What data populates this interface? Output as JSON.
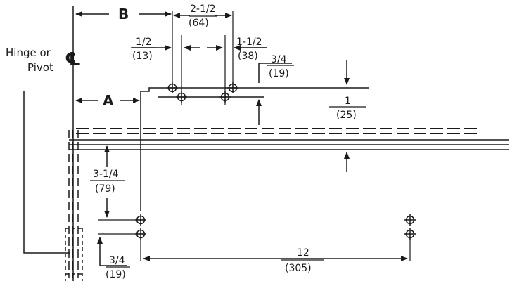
{
  "labels": {
    "hinge_line1": "Hinge or",
    "hinge_line2": "Pivot",
    "centerline_symbol": "℄",
    "dim_a": "A",
    "dim_b": "B"
  },
  "dimensions": {
    "d_2_1_2": {
      "fraction": "2-1/2",
      "metric": "(64)"
    },
    "d_1_2": {
      "fraction": "1/2",
      "metric": "(13)"
    },
    "d_1_1_2": {
      "fraction": "1-1/2",
      "metric": "(38)"
    },
    "d_3_4_top": {
      "fraction": "3/4",
      "metric": "(19)"
    },
    "d_1": {
      "fraction": "1",
      "metric": "(25)"
    },
    "d_3_1_4": {
      "fraction": "3-1/4",
      "metric": "(79)"
    },
    "d_3_4_bottom": {
      "fraction": "3/4",
      "metric": "(19)"
    },
    "d_12": {
      "fraction": "12",
      "metric": "(305)"
    }
  }
}
